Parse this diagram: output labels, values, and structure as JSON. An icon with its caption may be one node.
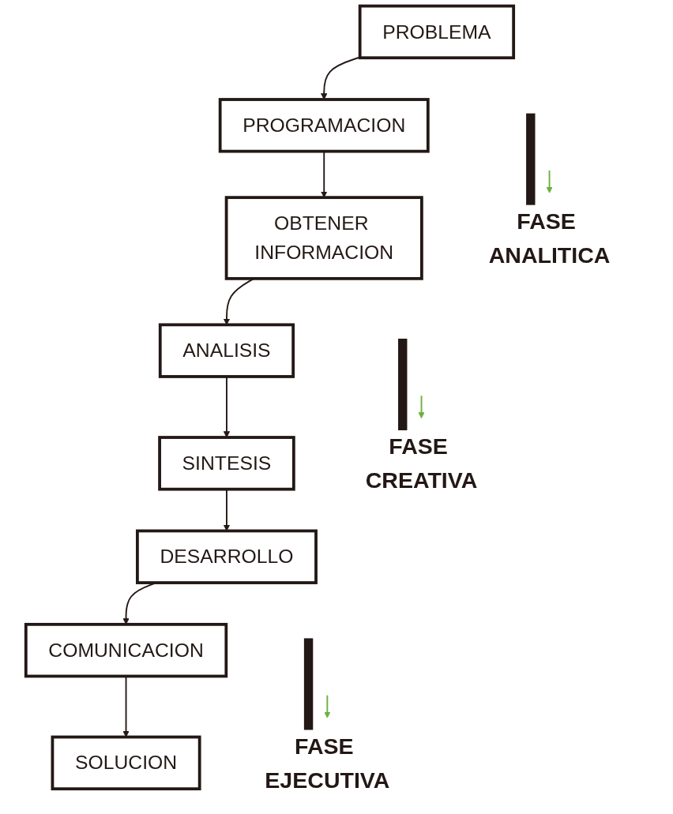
{
  "diagram": {
    "nodes": [
      {
        "text": [
          "PROBLEMA"
        ]
      },
      {
        "text": [
          "PROGRAMACION"
        ]
      },
      {
        "text": [
          "OBTENER INFORMACION"
        ]
      },
      {
        "text": [
          "ANALISIS"
        ]
      },
      {
        "text": [
          "SINTESIS"
        ]
      },
      {
        "text": [
          "DESARROLLO"
        ]
      },
      {
        "text": [
          "COMUNICACION"
        ]
      },
      {
        "text": [
          "SOLUCION"
        ]
      },
      {
        "text": [
          "FASE ANALITICA"
        ]
      },
      {
        "text": [],
        "shape": "bar"
      },
      {
        "text": [
          "FASE CREATIVA"
        ]
      },
      {
        "text": [],
        "shape": "bar"
      },
      {
        "text": [
          "FASE EJECUTIVA"
        ]
      },
      {
        "text": [],
        "shape": "bar"
      }
    ],
    "edges": [
      {
        "from": 0,
        "to": 1,
        "arrow": "to"
      },
      {
        "from": 1,
        "to": 2,
        "arrow": "to"
      },
      {
        "from": 2,
        "to": 3,
        "arrow": "to"
      },
      {
        "from": 3,
        "to": 4,
        "arrow": "to"
      },
      {
        "from": 4,
        "to": 5,
        "arrow": "to"
      },
      {
        "from": 5,
        "to": 6,
        "arrow": "to"
      },
      {
        "from": 6,
        "to": 7,
        "arrow": "to"
      },
      {
        "from": 9,
        "to": 8,
        "arrow": "to",
        "color": "#6ab23e"
      },
      {
        "from": 11,
        "to": 10,
        "arrow": "to",
        "color": "#6ab23e"
      },
      {
        "from": 13,
        "to": 12,
        "arrow": "to",
        "color": "#6ab23e"
      }
    ]
  }
}
